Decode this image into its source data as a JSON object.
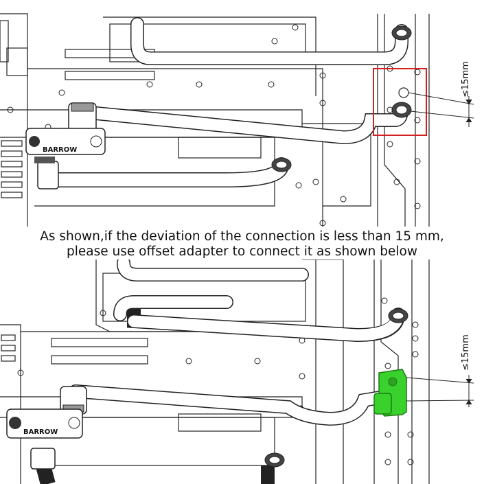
{
  "caption": {
    "line1": "As shown,if the deviation of the connection is less than 15 mm,",
    "line2": "please use offset adapter to connect it as shown below"
  },
  "top": {
    "dimension_label": "≤15mm",
    "brand_label": "BARROW"
  },
  "bottom": {
    "dimension_label": "≤15mm",
    "brand_label": "BARROW"
  },
  "colors": {
    "highlight_box": "#d42020",
    "adapter": "#39d12c",
    "line": "#222222",
    "tube_fill": "#ffffff"
  }
}
